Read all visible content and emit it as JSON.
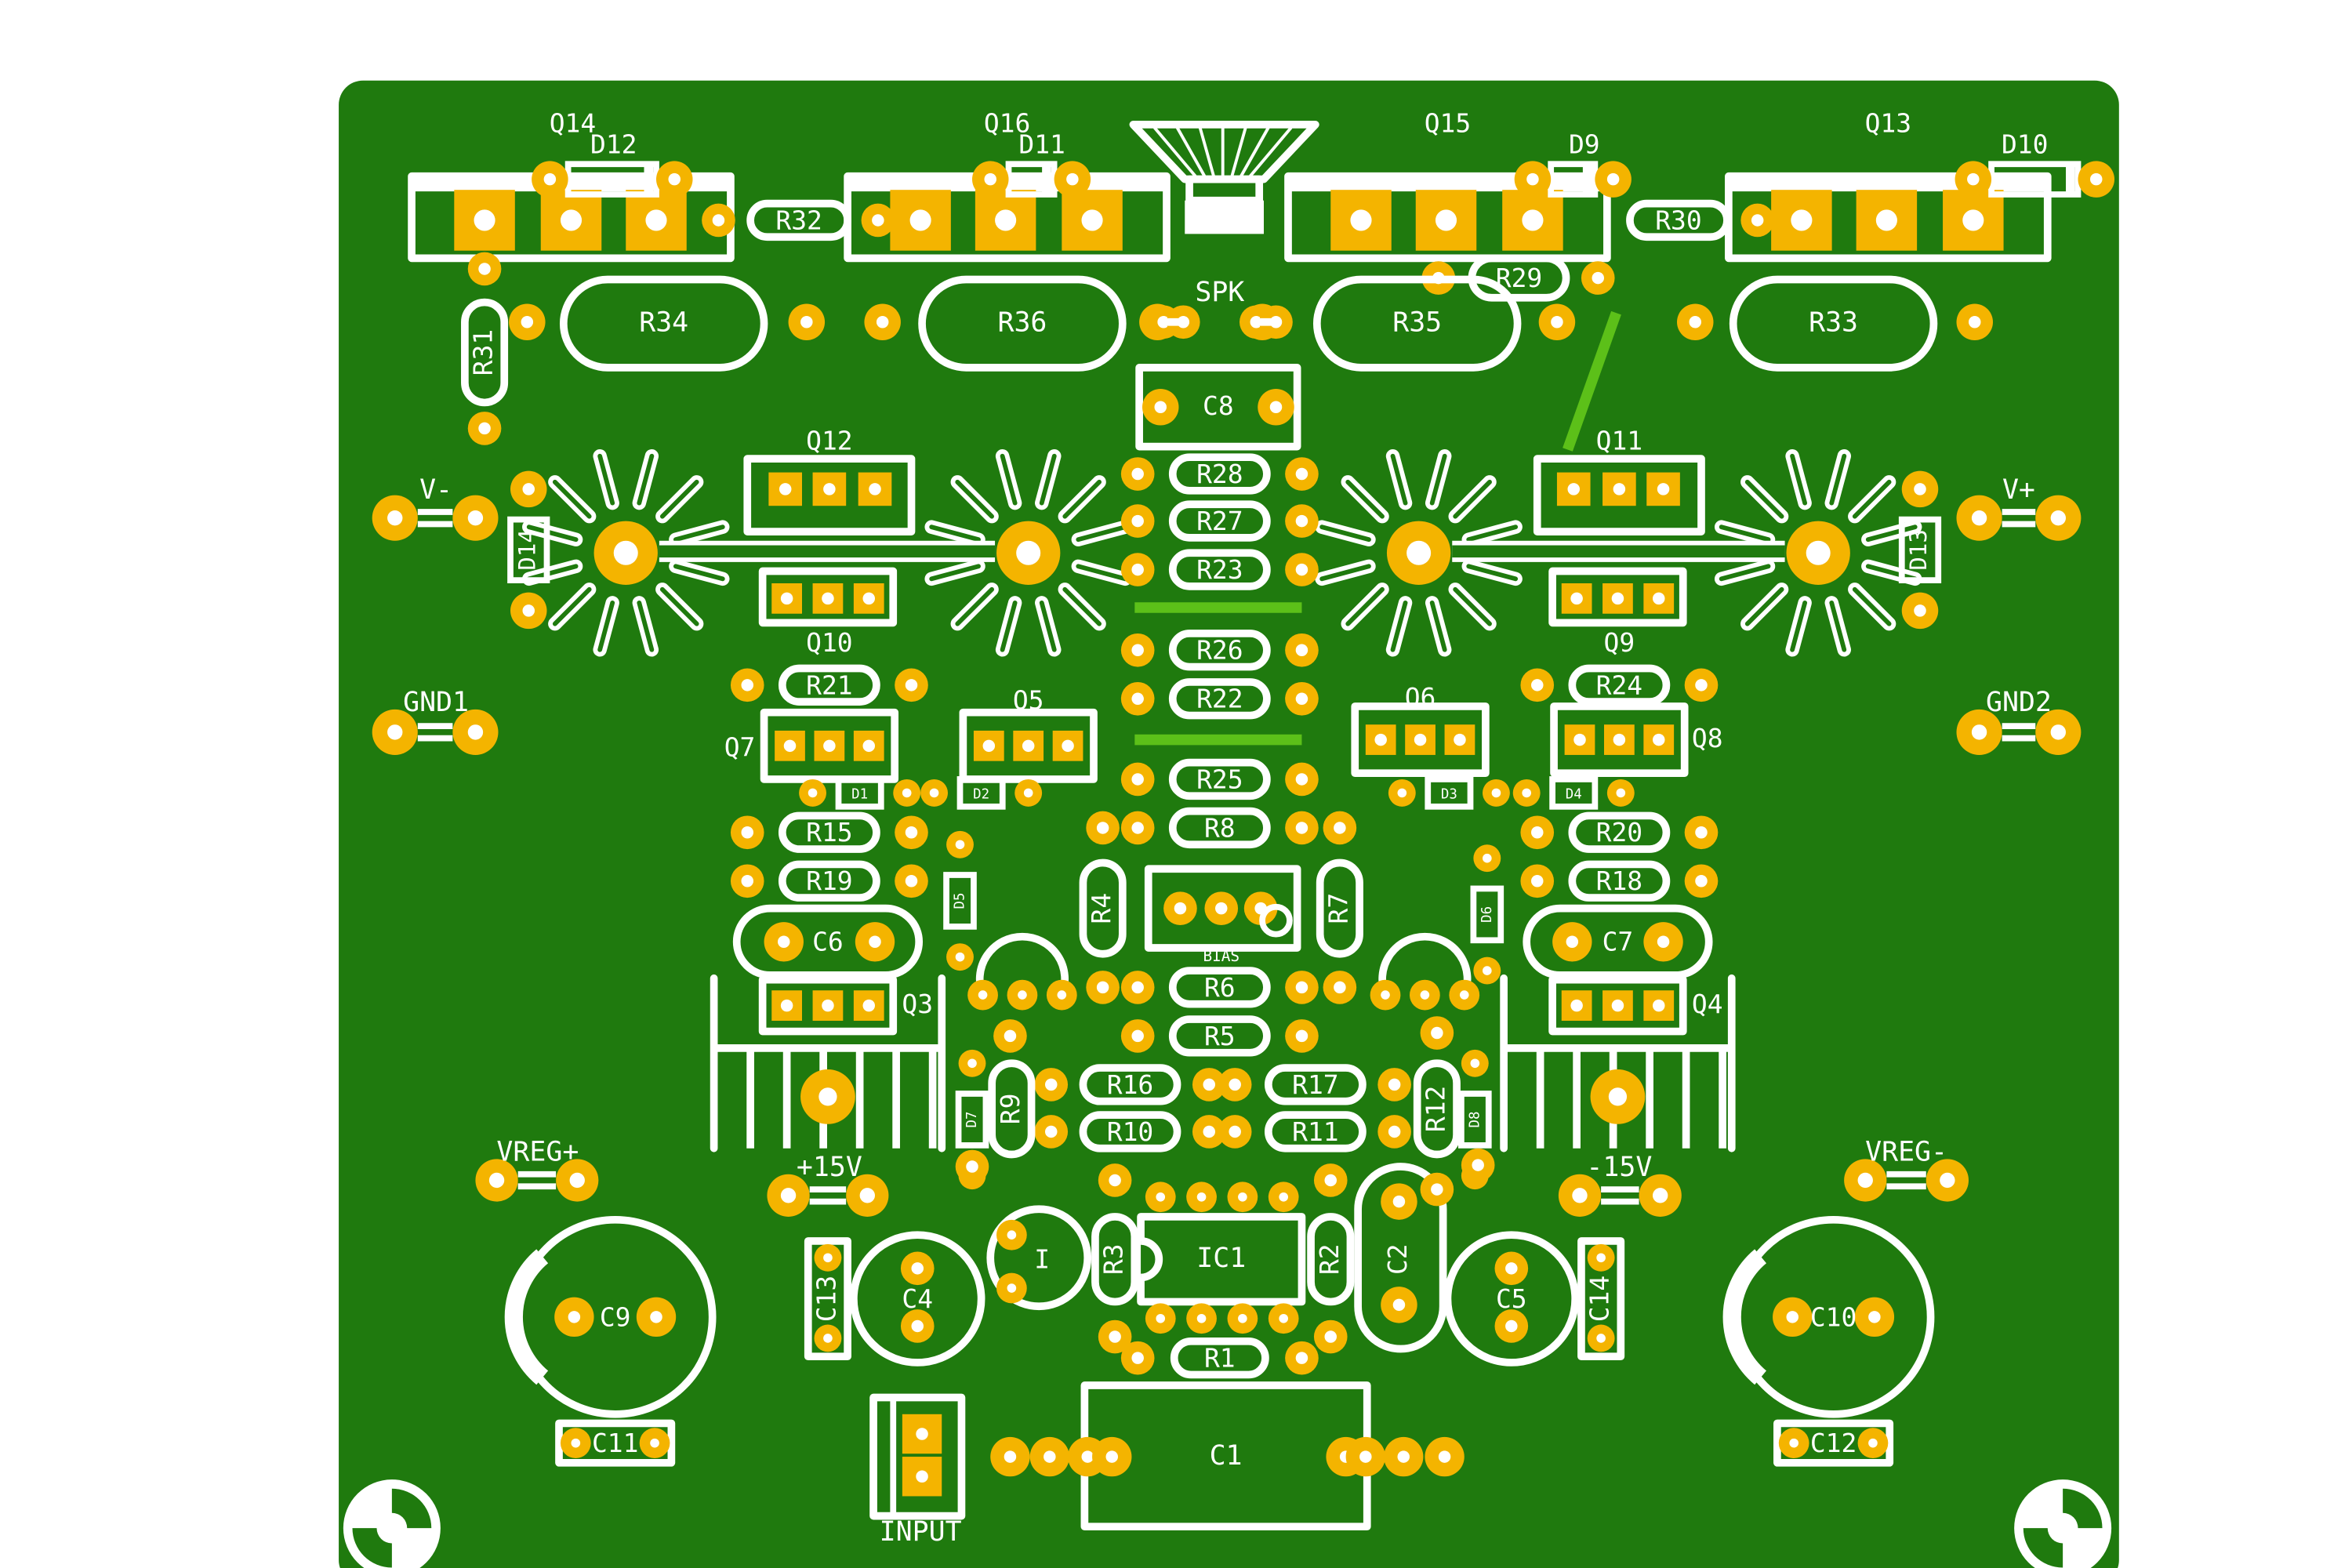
{
  "colors": {
    "board": "#1f7a0e",
    "silkscreen": "#ffffff",
    "pad": "#f4b400",
    "hole": "#ffffff",
    "trace": "#5cc019",
    "background": "#ffffff"
  },
  "components": {
    "transistors": [
      "Q14",
      "Q16",
      "Q15",
      "Q13",
      "Q12",
      "Q11",
      "Q10",
      "Q9",
      "Q7",
      "Q5",
      "Q6",
      "Q8",
      "Q3",
      "Q4"
    ],
    "diodes": [
      "D12",
      "D11",
      "D9",
      "D10",
      "D14",
      "D13",
      "D1",
      "D2",
      "D3",
      "D4",
      "D5",
      "D6",
      "D7",
      "D8"
    ],
    "resistors": [
      "R32",
      "R30",
      "R29",
      "R34",
      "R36",
      "R35",
      "R33",
      "R31",
      "R28",
      "R27",
      "R23",
      "R26",
      "R22",
      "R25",
      "R8",
      "R21",
      "R24",
      "R15",
      "R19",
      "R20",
      "R18",
      "R4",
      "R7",
      "R6",
      "R5",
      "R16",
      "R17",
      "R10",
      "R11",
      "R9",
      "R12",
      "R3",
      "R2",
      "R1"
    ],
    "capacitors": [
      "C8",
      "C6",
      "C7",
      "C2",
      "C4",
      "C5",
      "C13",
      "C14",
      "C9",
      "C10",
      "C11",
      "C12",
      "C1"
    ],
    "ic": [
      "IC1"
    ],
    "connectors": [
      "V-",
      "V+",
      "GND1",
      "GND2",
      "SPK",
      "VREG+",
      "VREG-",
      "+15V",
      "-15V",
      "INPUT",
      "BIAS"
    ]
  },
  "icons": [
    "speaker-icon",
    "mounting-hole-icon",
    "heatsink-icon"
  ]
}
